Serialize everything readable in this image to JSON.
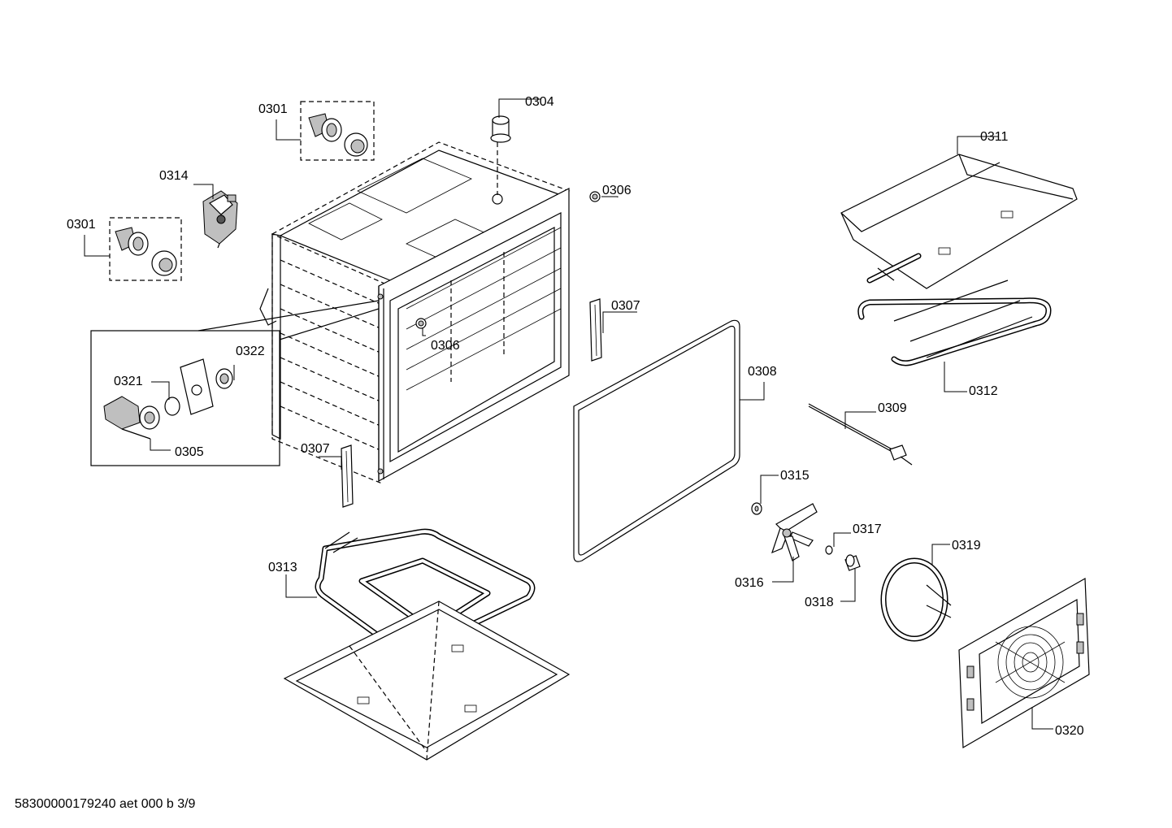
{
  "diagram": {
    "parts": [
      {
        "id": "p0301a",
        "label": "0301"
      },
      {
        "id": "p0301b",
        "label": "0301"
      },
      {
        "id": "p0304",
        "label": "0304"
      },
      {
        "id": "p0305",
        "label": "0305"
      },
      {
        "id": "p0306a",
        "label": "0306"
      },
      {
        "id": "p0306b",
        "label": "0306"
      },
      {
        "id": "p0307a",
        "label": "0307"
      },
      {
        "id": "p0307b",
        "label": "0307"
      },
      {
        "id": "p0308",
        "label": "0308"
      },
      {
        "id": "p0309",
        "label": "0309"
      },
      {
        "id": "p0311",
        "label": "0311"
      },
      {
        "id": "p0312",
        "label": "0312"
      },
      {
        "id": "p0313",
        "label": "0313"
      },
      {
        "id": "p0314",
        "label": "0314"
      },
      {
        "id": "p0315",
        "label": "0315"
      },
      {
        "id": "p0316",
        "label": "0316"
      },
      {
        "id": "p0317",
        "label": "0317"
      },
      {
        "id": "p0318",
        "label": "0318"
      },
      {
        "id": "p0319",
        "label": "0319"
      },
      {
        "id": "p0320",
        "label": "0320"
      },
      {
        "id": "p0321",
        "label": "0321"
      },
      {
        "id": "p0322",
        "label": "0322"
      }
    ]
  },
  "footer": {
    "document_code": "58300000179240 aet 000 b 3/9"
  }
}
